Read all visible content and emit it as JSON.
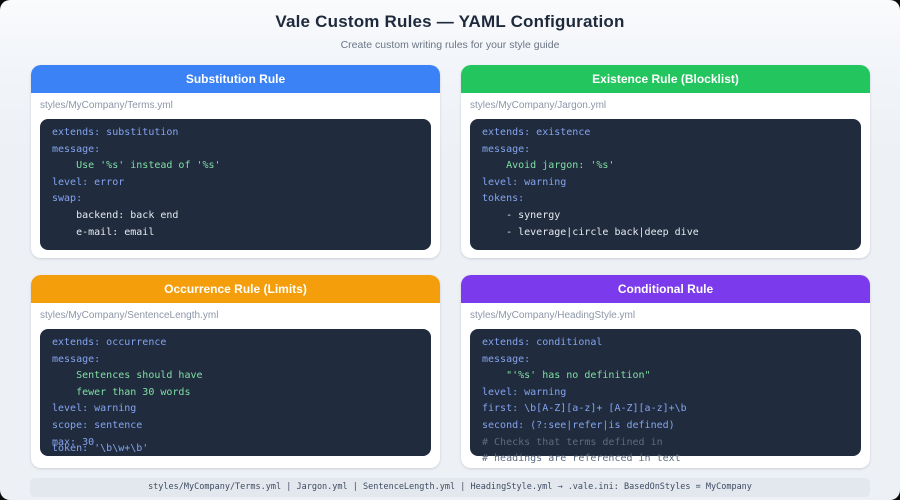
{
  "page": {
    "title": "Vale Custom Rules — YAML Configuration",
    "subtitle": "Create custom writing rules for your style guide"
  },
  "colors": {
    "accent_blue": "#3b82f6",
    "accent_green": "#22c55e",
    "accent_orange": "#f59e0b",
    "accent_purple": "#7c3aed",
    "code_background": "#202c3d",
    "key": "#84a3f0",
    "string": "#80dfa4",
    "plain": "#e6eaf0",
    "comment": "#5d6b80"
  },
  "cards": [
    {
      "title": "Substitution Rule",
      "accent": "#3b82f6",
      "filename": "styles/MyCompany/Terms.yml",
      "code": [
        {
          "text": "extends: substitution",
          "color": "key"
        },
        {
          "text": "message:",
          "color": "key"
        },
        {
          "text": "    Use '%s' instead of '%s'",
          "color": "string"
        },
        {
          "text": "level: error",
          "color": "key"
        },
        {
          "text": "swap:",
          "color": "key"
        },
        {
          "text": "    backend: back end",
          "color": "plain"
        },
        {
          "text": "    e-mail: email",
          "color": "plain"
        }
      ]
    },
    {
      "title": "Existence Rule (Blocklist)",
      "accent": "#22c55e",
      "filename": "styles/MyCompany/Jargon.yml",
      "code": [
        {
          "text": "extends: existence",
          "color": "key"
        },
        {
          "text": "message:",
          "color": "key"
        },
        {
          "text": "    Avoid jargon: '%s'",
          "color": "string"
        },
        {
          "text": "level: warning",
          "color": "key"
        },
        {
          "text": "tokens:",
          "color": "key"
        },
        {
          "text": "    - synergy",
          "color": "plain"
        },
        {
          "text": "    - leverage|circle back|deep dive",
          "color": "plain"
        }
      ]
    },
    {
      "title": "Occurrence Rule (Limits)",
      "accent": "#f59e0b",
      "filename": "styles/MyCompany/SentenceLength.yml",
      "clip": true,
      "code": [
        {
          "text": "extends: occurrence",
          "color": "key"
        },
        {
          "text": "message:",
          "color": "key"
        },
        {
          "text": "    Sentences should have",
          "color": "string"
        },
        {
          "text": "    fewer than 30 words",
          "color": "string"
        },
        {
          "text": "level: warning",
          "color": "key"
        },
        {
          "text": "scope: sentence",
          "color": "key"
        },
        {
          "text": "max: 30",
          "color": "key"
        },
        {
          "text": "token: '\\b\\w+\\b'",
          "color": "key",
          "squish": true
        }
      ]
    },
    {
      "title": "Conditional Rule",
      "accent": "#7c3aed",
      "filename": "styles/MyCompany/HeadingStyle.yml",
      "code": [
        {
          "text": "extends: conditional",
          "color": "key"
        },
        {
          "text": "message:",
          "color": "key"
        },
        {
          "text": "    \"'%s' has no definition\"",
          "color": "string"
        },
        {
          "text": "level: warning",
          "color": "key"
        },
        {
          "text": "first: \\b[A-Z][a-z]+ [A-Z][a-z]+\\b",
          "color": "key"
        },
        {
          "text": "second: (?:see|refer|is defined)",
          "color": "key"
        },
        {
          "text": "# Checks that terms defined in",
          "color": "comment"
        },
        {
          "text": "# headings are referenced in text",
          "color": "comment"
        }
      ]
    }
  ],
  "footer": {
    "text": "styles/MyCompany/Terms.yml | Jargon.yml | SentenceLength.yml | HeadingStyle.yml → .vale.ini: BasedOnStyles = MyCompany"
  }
}
